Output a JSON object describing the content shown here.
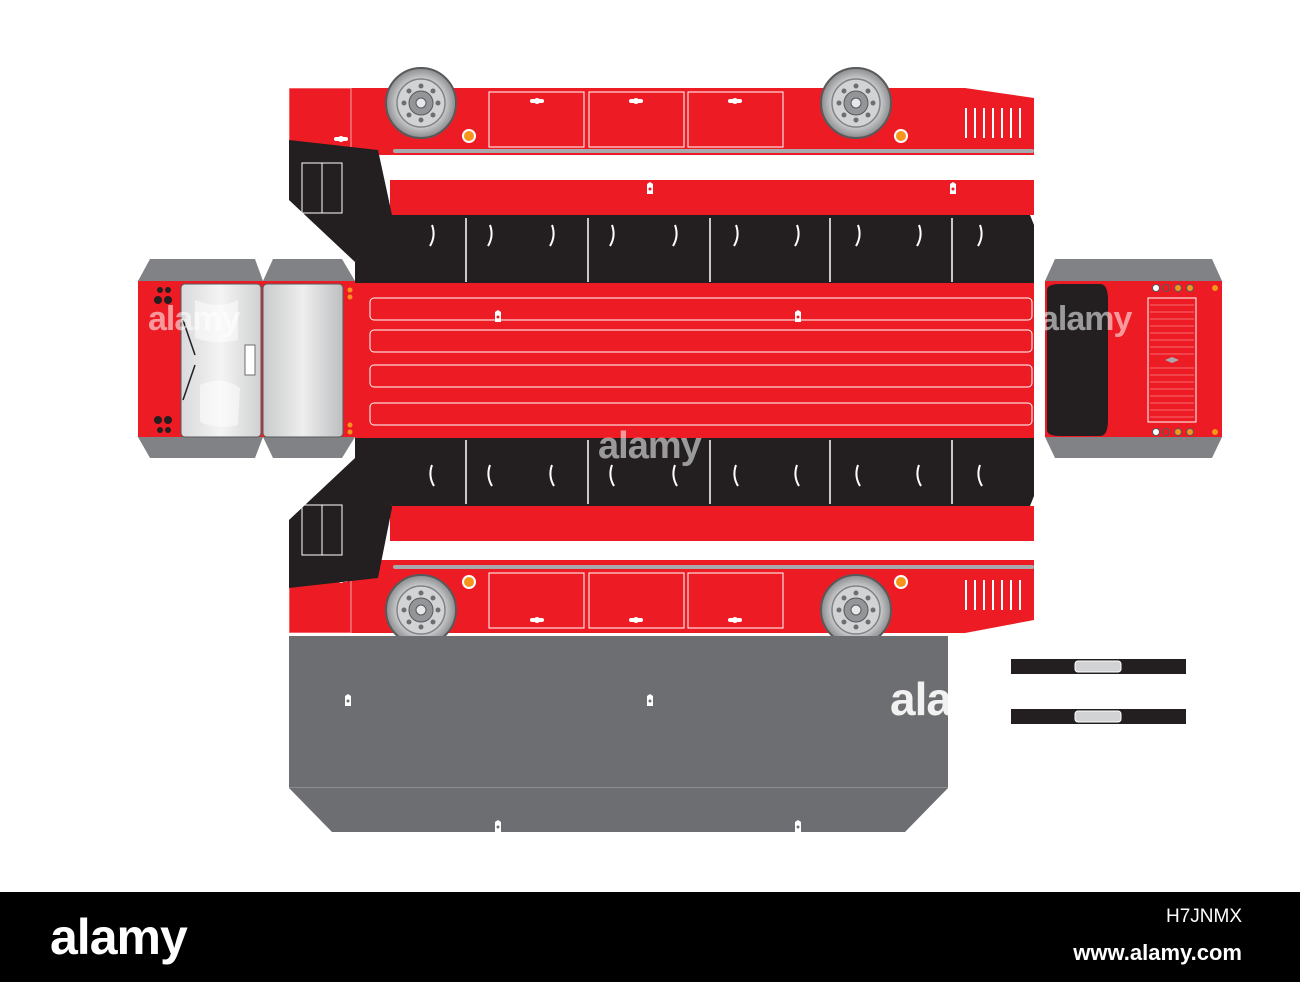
{
  "image_id": "H7JNMX",
  "site_url": "www.alamy.com",
  "watermark_text": "alamy",
  "logo_text": "alamy",
  "colors": {
    "body_red": "#ed1c24",
    "black_panel": "#231f20",
    "gray_flap": "#6d6e71",
    "light_gray": "#a7a9ac",
    "white": "#ffffff",
    "indicator_orange": "#f7941d"
  },
  "icons": [
    "wheel-icon",
    "door-handle-icon",
    "grille-vents-icon",
    "tail-light-icon",
    "glue-tab-icon"
  ]
}
